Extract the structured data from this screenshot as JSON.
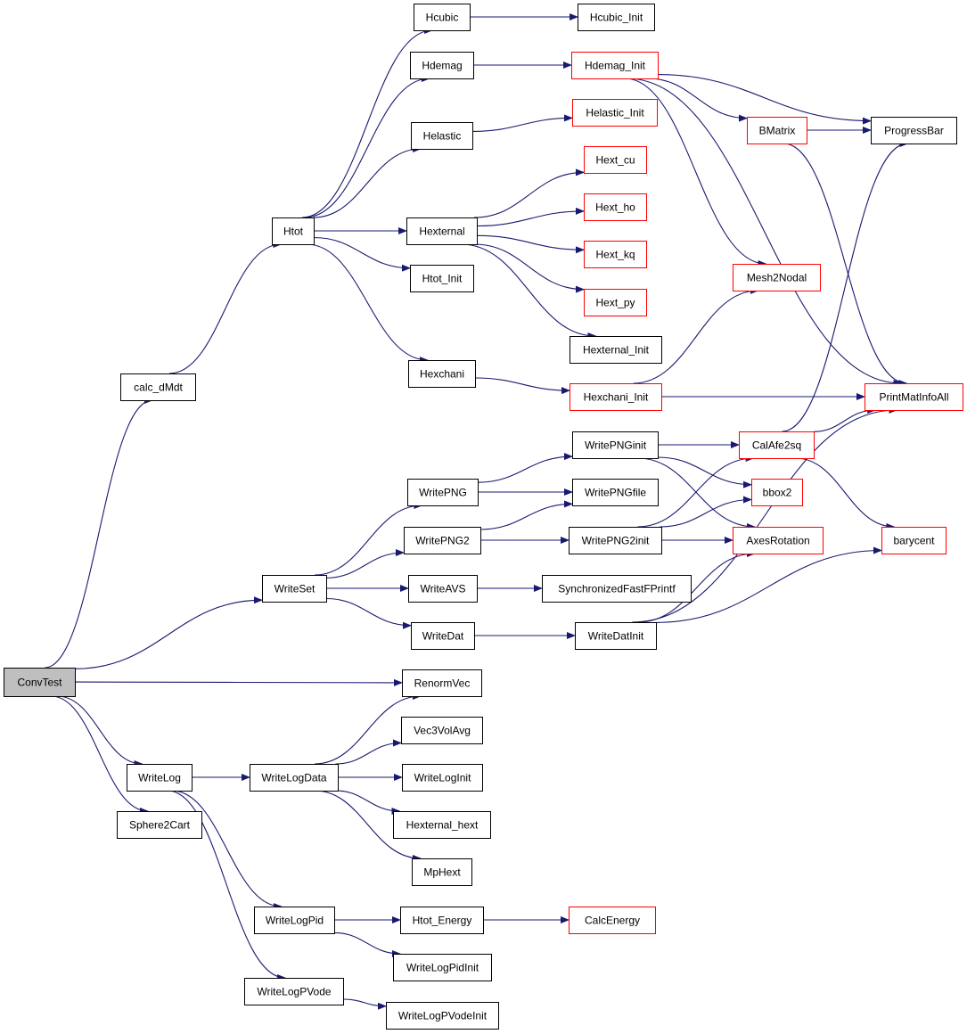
{
  "colors": {
    "edge": "#191970",
    "node_border": "#000000",
    "node_border_truncated": "#ff0000",
    "root_fill": "#bfbfbf",
    "node_fill": "#ffffff"
  },
  "nodes": {
    "ConvTest": {
      "label": "ConvTest",
      "style": "root"
    },
    "calc_dMdt": {
      "label": "calc_dMdt",
      "style": "normal"
    },
    "Htot": {
      "label": "Htot",
      "style": "normal"
    },
    "Hcubic": {
      "label": "Hcubic",
      "style": "normal"
    },
    "Hcubic_Init": {
      "label": "Hcubic_Init",
      "style": "normal"
    },
    "Hdemag": {
      "label": "Hdemag",
      "style": "normal"
    },
    "Hdemag_Init": {
      "label": "Hdemag_Init",
      "style": "truncated"
    },
    "Helastic": {
      "label": "Helastic",
      "style": "normal"
    },
    "Helastic_Init": {
      "label": "Helastic_Init",
      "style": "truncated"
    },
    "Hexternal": {
      "label": "Hexternal",
      "style": "normal"
    },
    "Hext_cu": {
      "label": "Hext_cu",
      "style": "truncated"
    },
    "Hext_ho": {
      "label": "Hext_ho",
      "style": "truncated"
    },
    "Hext_kq": {
      "label": "Hext_kq",
      "style": "truncated"
    },
    "Hext_py": {
      "label": "Hext_py",
      "style": "truncated"
    },
    "Hexternal_Init": {
      "label": "Hexternal_Init",
      "style": "normal"
    },
    "Htot_Init": {
      "label": "Htot_Init",
      "style": "normal"
    },
    "Hexchani": {
      "label": "Hexchani",
      "style": "normal"
    },
    "Hexchani_Init": {
      "label": "Hexchani_Init",
      "style": "truncated"
    },
    "BMatrix": {
      "label": "BMatrix",
      "style": "truncated"
    },
    "ProgressBar": {
      "label": "ProgressBar",
      "style": "normal"
    },
    "Mesh2Nodal": {
      "label": "Mesh2Nodal",
      "style": "truncated"
    },
    "PrintMatInfoAll": {
      "label": "PrintMatInfoAll",
      "style": "truncated"
    },
    "WriteSet": {
      "label": "WriteSet",
      "style": "normal"
    },
    "WritePNG": {
      "label": "WritePNG",
      "style": "normal"
    },
    "WritePNGinit": {
      "label": "WritePNGinit",
      "style": "normal"
    },
    "WritePNGfile": {
      "label": "WritePNGfile",
      "style": "normal"
    },
    "WritePNG2": {
      "label": "WritePNG2",
      "style": "normal"
    },
    "WritePNG2init": {
      "label": "WritePNG2init",
      "style": "normal"
    },
    "WriteAVS": {
      "label": "WriteAVS",
      "style": "normal"
    },
    "SynchronizedFastFPrintf": {
      "label": "SynchronizedFastFPrintf",
      "style": "normal"
    },
    "WriteDat": {
      "label": "WriteDat",
      "style": "normal"
    },
    "WriteDatInit": {
      "label": "WriteDatInit",
      "style": "normal"
    },
    "CalAfe2sq": {
      "label": "CalAfe2sq",
      "style": "truncated"
    },
    "bbox2": {
      "label": "bbox2",
      "style": "truncated"
    },
    "AxesRotation": {
      "label": "AxesRotation",
      "style": "truncated"
    },
    "barycent": {
      "label": "barycent",
      "style": "truncated"
    },
    "RenormVec": {
      "label": "RenormVec",
      "style": "normal"
    },
    "WriteLog": {
      "label": "WriteLog",
      "style": "normal"
    },
    "WriteLogData": {
      "label": "WriteLogData",
      "style": "normal"
    },
    "Vec3VolAvg": {
      "label": "Vec3VolAvg",
      "style": "normal"
    },
    "WriteLogInit": {
      "label": "WriteLogInit",
      "style": "normal"
    },
    "Hexternal_hext": {
      "label": "Hexternal_hext",
      "style": "normal"
    },
    "MpHext": {
      "label": "MpHext",
      "style": "normal"
    },
    "Sphere2Cart": {
      "label": "Sphere2Cart",
      "style": "normal"
    },
    "WriteLogPid": {
      "label": "WriteLogPid",
      "style": "normal"
    },
    "Htot_Energy": {
      "label": "Htot_Energy",
      "style": "normal"
    },
    "CalcEnergy": {
      "label": "CalcEnergy",
      "style": "truncated"
    },
    "WriteLogPidInit": {
      "label": "WriteLogPidInit",
      "style": "normal"
    },
    "WriteLogPVode": {
      "label": "WriteLogPVode",
      "style": "normal"
    },
    "WriteLogPVodeInit": {
      "label": "WriteLogPVodeInit",
      "style": "normal"
    }
  },
  "edges": [
    [
      "ConvTest",
      "calc_dMdt"
    ],
    [
      "ConvTest",
      "WriteSet"
    ],
    [
      "ConvTest",
      "RenormVec"
    ],
    [
      "ConvTest",
      "WriteLog"
    ],
    [
      "ConvTest",
      "Sphere2Cart"
    ],
    [
      "calc_dMdt",
      "Htot"
    ],
    [
      "Htot",
      "Hcubic"
    ],
    [
      "Htot",
      "Hdemag"
    ],
    [
      "Htot",
      "Helastic"
    ],
    [
      "Htot",
      "Hexternal"
    ],
    [
      "Htot",
      "Htot_Init"
    ],
    [
      "Htot",
      "Hexchani"
    ],
    [
      "Hcubic",
      "Hcubic_Init"
    ],
    [
      "Hdemag",
      "Hdemag_Init"
    ],
    [
      "Helastic",
      "Helastic_Init"
    ],
    [
      "Hexternal",
      "Hext_cu"
    ],
    [
      "Hexternal",
      "Hext_ho"
    ],
    [
      "Hexternal",
      "Hext_kq"
    ],
    [
      "Hexternal",
      "Hext_py"
    ],
    [
      "Hexternal",
      "Hexternal_Init"
    ],
    [
      "Hexchani",
      "Hexchani_Init"
    ],
    [
      "Hdemag_Init",
      "ProgressBar"
    ],
    [
      "Hdemag_Init",
      "BMatrix"
    ],
    [
      "Hdemag_Init",
      "Mesh2Nodal"
    ],
    [
      "Hdemag_Init",
      "PrintMatInfoAll"
    ],
    [
      "BMatrix",
      "ProgressBar"
    ],
    [
      "BMatrix",
      "PrintMatInfoAll"
    ],
    [
      "Hexchani_Init",
      "Mesh2Nodal"
    ],
    [
      "Hexchani_Init",
      "PrintMatInfoAll"
    ],
    [
      "WriteSet",
      "WritePNG"
    ],
    [
      "WriteSet",
      "WritePNG2"
    ],
    [
      "WriteSet",
      "WriteAVS"
    ],
    [
      "WriteSet",
      "WriteDat"
    ],
    [
      "WritePNG",
      "WritePNGinit"
    ],
    [
      "WritePNG",
      "WritePNGfile"
    ],
    [
      "WritePNGinit",
      "CalAfe2sq"
    ],
    [
      "WritePNGinit",
      "bbox2"
    ],
    [
      "WritePNGinit",
      "AxesRotation"
    ],
    [
      "WritePNG2",
      "WritePNGfile"
    ],
    [
      "WritePNG2",
      "WritePNG2init"
    ],
    [
      "WritePNG2init",
      "CalAfe2sq"
    ],
    [
      "WritePNG2init",
      "bbox2"
    ],
    [
      "WritePNG2init",
      "AxesRotation"
    ],
    [
      "WriteAVS",
      "SynchronizedFastFPrintf"
    ],
    [
      "WriteDat",
      "WriteDatInit"
    ],
    [
      "WriteDatInit",
      "AxesRotation"
    ],
    [
      "WriteDatInit",
      "PrintMatInfoAll"
    ],
    [
      "WriteDatInit",
      "barycent"
    ],
    [
      "CalAfe2sq",
      "ProgressBar"
    ],
    [
      "CalAfe2sq",
      "PrintMatInfoAll"
    ],
    [
      "CalAfe2sq",
      "barycent"
    ],
    [
      "WriteLog",
      "WriteLogData"
    ],
    [
      "WriteLog",
      "WriteLogPid"
    ],
    [
      "WriteLog",
      "WriteLogPVode"
    ],
    [
      "WriteLogData",
      "RenormVec"
    ],
    [
      "WriteLogData",
      "Vec3VolAvg"
    ],
    [
      "WriteLogData",
      "WriteLogInit"
    ],
    [
      "WriteLogData",
      "Hexternal_hext"
    ],
    [
      "WriteLogData",
      "MpHext"
    ],
    [
      "WriteLogPid",
      "Htot_Energy"
    ],
    [
      "WriteLogPid",
      "WriteLogPidInit"
    ],
    [
      "Htot_Energy",
      "CalcEnergy"
    ],
    [
      "WriteLogPVode",
      "WriteLogPVodeInit"
    ]
  ]
}
